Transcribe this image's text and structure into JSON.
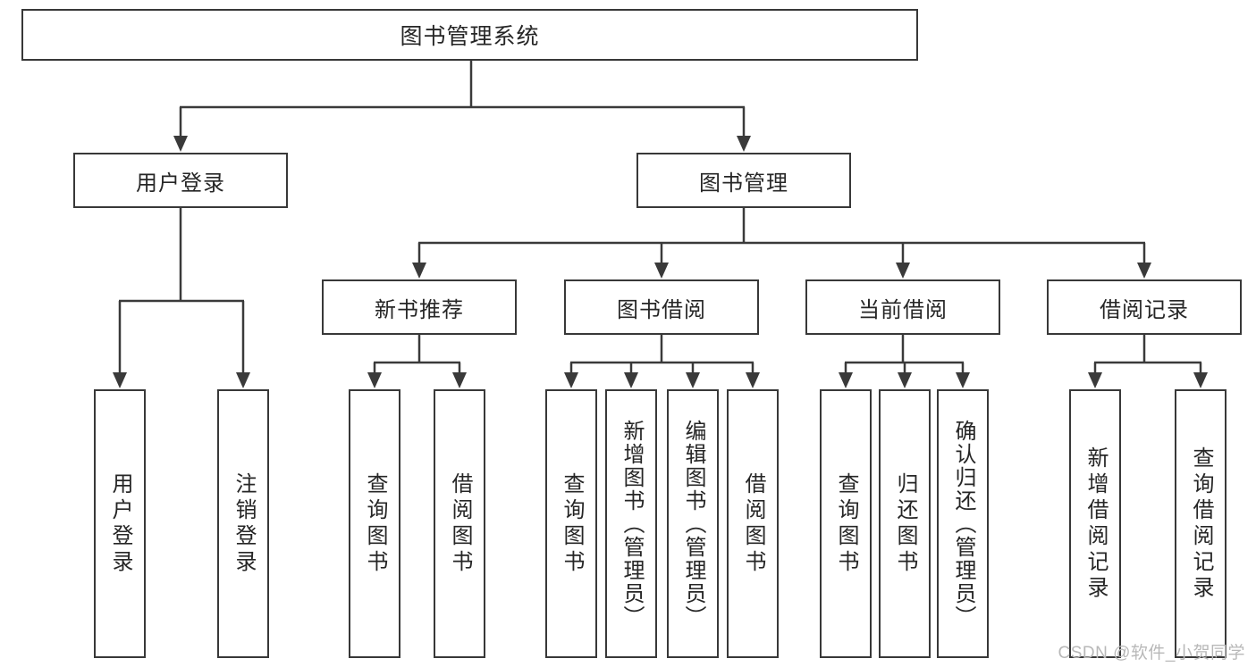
{
  "diagram_title": "图书管理系统",
  "tree": {
    "root": {
      "label": "图书管理系统",
      "children": [
        {
          "label": "用户登录",
          "children": [
            {
              "label": "用户登录"
            },
            {
              "label": "注销登录"
            }
          ]
        },
        {
          "label": "图书管理",
          "children": [
            {
              "label": "新书推荐",
              "children": [
                {
                  "label": "查询图书"
                },
                {
                  "label": "借阅图书"
                }
              ]
            },
            {
              "label": "图书借阅",
              "children": [
                {
                  "label": "查询图书"
                },
                {
                  "label": "新增图书（管理员）"
                },
                {
                  "label": "编辑图书（管理员）"
                },
                {
                  "label": "借阅图书"
                }
              ]
            },
            {
              "label": "当前借阅",
              "children": [
                {
                  "label": "查询图书"
                },
                {
                  "label": "归还图书"
                },
                {
                  "label": "确认归还（管理员）"
                }
              ]
            },
            {
              "label": "借阅记录",
              "children": [
                {
                  "label": "新增借阅记录"
                },
                {
                  "label": "查询借阅记录"
                }
              ]
            }
          ]
        }
      ]
    }
  },
  "watermark": {
    "text": "CSDN @软件_小贺同学"
  },
  "colors": {
    "line": "#3a3a3a",
    "box_border": "#383838",
    "box_background": "#ffffff",
    "text": "#262626",
    "watermark": "#b8b8b8",
    "page_background": "#ffffff"
  }
}
